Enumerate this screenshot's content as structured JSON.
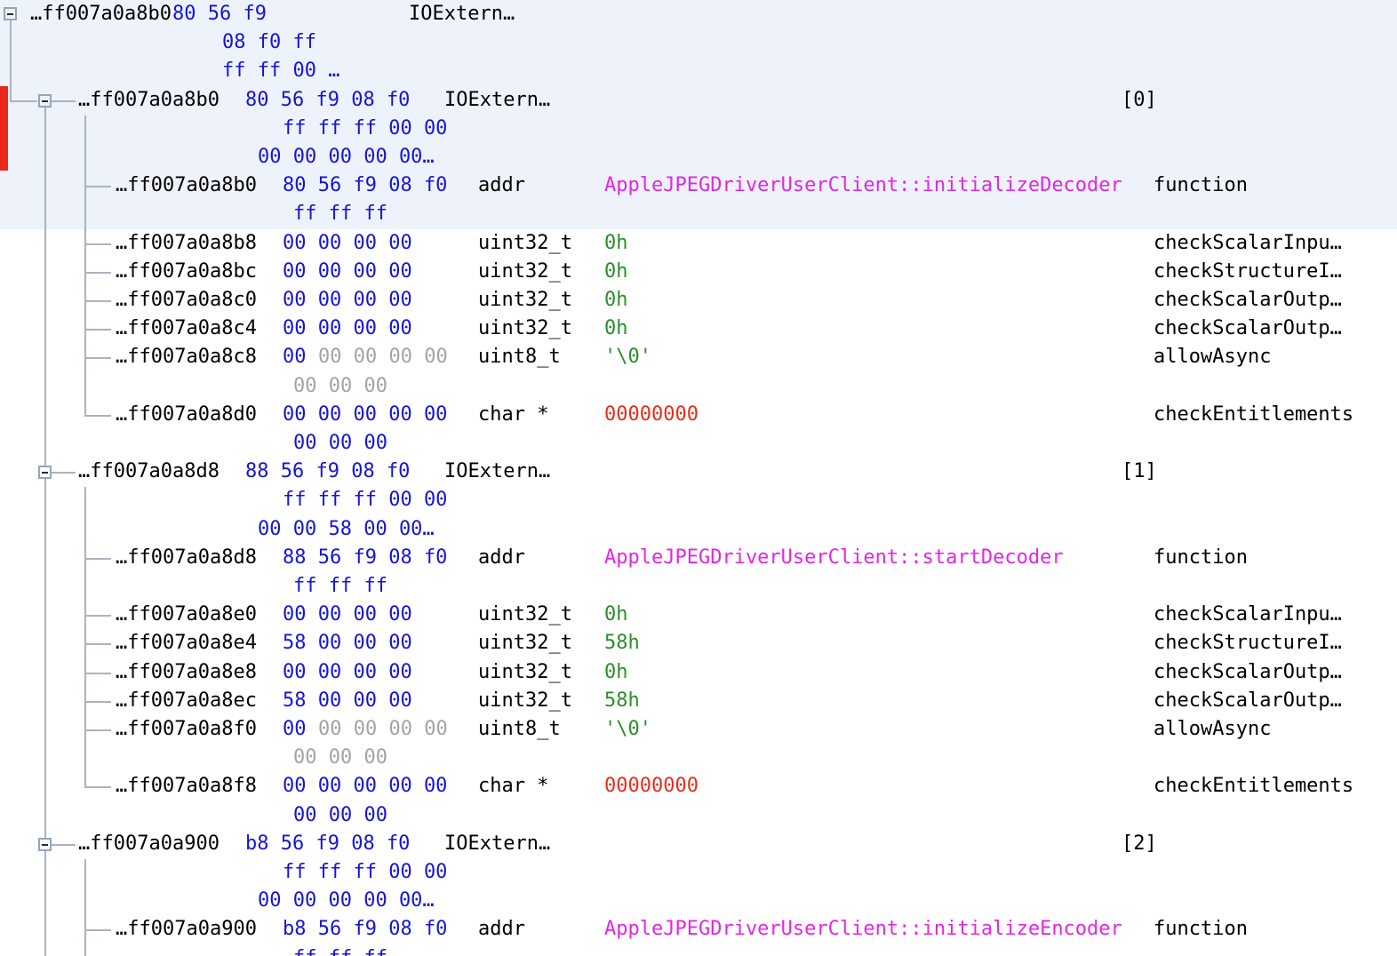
{
  "colors": {
    "bytes_blue": "#1414dc",
    "bytes_gray": "#a3a3a3",
    "value_green": "#2d8c2d",
    "value_magenta": "#e426e4",
    "value_red": "#ea2c1a",
    "selection_bg": "#eef3fb",
    "marker_red": "#e8291c",
    "tree_line": "#aab4bd"
  },
  "rows": [
    {
      "address": "…ff007a0a8b0",
      "bytes": "80 56 f9",
      "type": "IOExtern…"
    },
    {
      "bytes": "08 f0 ff"
    },
    {
      "bytes": "ff ff 00 …"
    },
    {
      "address": "…ff007a0a8b0",
      "bytes": "80 56 f9 08 f0",
      "type": "IOExtern…",
      "index": "[0]"
    },
    {
      "bytes": "ff ff ff 00 00"
    },
    {
      "bytes": "00 00 00 00 00…"
    },
    {
      "address": "…ff007a0a8b0",
      "bytes": "80 56 f9 08 f0",
      "type": "addr",
      "value": "AppleJPEGDriverUserClient::initializeDecoder",
      "name": "function"
    },
    {
      "bytes": "ff ff ff"
    },
    {
      "address": "…ff007a0a8b8",
      "bytes": "00 00 00 00",
      "type": "uint32_t",
      "value": "0h",
      "name": "checkScalarInpu…"
    },
    {
      "address": "…ff007a0a8bc",
      "bytes": "00 00 00 00",
      "type": "uint32_t",
      "value": "0h",
      "name": "checkStructureI…"
    },
    {
      "address": "…ff007a0a8c0",
      "bytes": "00 00 00 00",
      "type": "uint32_t",
      "value": "0h",
      "name": "checkScalarOutp…"
    },
    {
      "address": "…ff007a0a8c4",
      "bytes": "00 00 00 00",
      "type": "uint32_t",
      "value": "0h",
      "name": "checkScalarOutp…"
    },
    {
      "address": "…ff007a0a8c8",
      "bytes": "00",
      "bytes_gray": "00 00 00 00",
      "type": "uint8_t",
      "value": "'\\0'",
      "name": "allowAsync"
    },
    {
      "bytes_gray": "00 00 00"
    },
    {
      "address": "…ff007a0a8d0",
      "bytes": "00 00 00 00 00",
      "type": "char *",
      "value": "00000000",
      "name": "checkEntitlements"
    },
    {
      "bytes": "00 00 00"
    },
    {
      "address": "…ff007a0a8d8",
      "bytes": "88 56 f9 08 f0",
      "type": "IOExtern…",
      "index": "[1]"
    },
    {
      "bytes": "ff ff ff 00 00"
    },
    {
      "bytes": "00 00 58 00 00…"
    },
    {
      "address": "…ff007a0a8d8",
      "bytes": "88 56 f9 08 f0",
      "type": "addr",
      "value": "AppleJPEGDriverUserClient::startDecoder",
      "name": "function"
    },
    {
      "bytes": "ff ff ff"
    },
    {
      "address": "…ff007a0a8e0",
      "bytes": "00 00 00 00",
      "type": "uint32_t",
      "value": "0h",
      "name": "checkScalarInpu…"
    },
    {
      "address": "…ff007a0a8e4",
      "bytes": "58 00 00 00",
      "type": "uint32_t",
      "value": "58h",
      "name": "checkStructureI…"
    },
    {
      "address": "…ff007a0a8e8",
      "bytes": "00 00 00 00",
      "type": "uint32_t",
      "value": "0h",
      "name": "checkScalarOutp…"
    },
    {
      "address": "…ff007a0a8ec",
      "bytes": "58 00 00 00",
      "type": "uint32_t",
      "value": "58h",
      "name": "checkScalarOutp…"
    },
    {
      "address": "…ff007a0a8f0",
      "bytes": "00",
      "bytes_gray": "00 00 00 00",
      "type": "uint8_t",
      "value": "'\\0'",
      "name": "allowAsync"
    },
    {
      "bytes_gray": "00 00 00"
    },
    {
      "address": "…ff007a0a8f8",
      "bytes": "00 00 00 00 00",
      "type": "char *",
      "value": "00000000",
      "name": "checkEntitlements"
    },
    {
      "bytes": "00 00 00"
    },
    {
      "address": "…ff007a0a900",
      "bytes": "b8 56 f9 08 f0",
      "type": "IOExtern…",
      "index": "[2]"
    },
    {
      "bytes": "ff ff ff 00 00"
    },
    {
      "bytes": "00 00 00 00 00…"
    },
    {
      "address": "…ff007a0a900",
      "bytes": "b8 56 f9 08 f0",
      "type": "addr",
      "value": "AppleJPEGDriverUserClient::initializeEncoder",
      "name": "function"
    },
    {
      "bytes": "ff ff ff"
    }
  ]
}
